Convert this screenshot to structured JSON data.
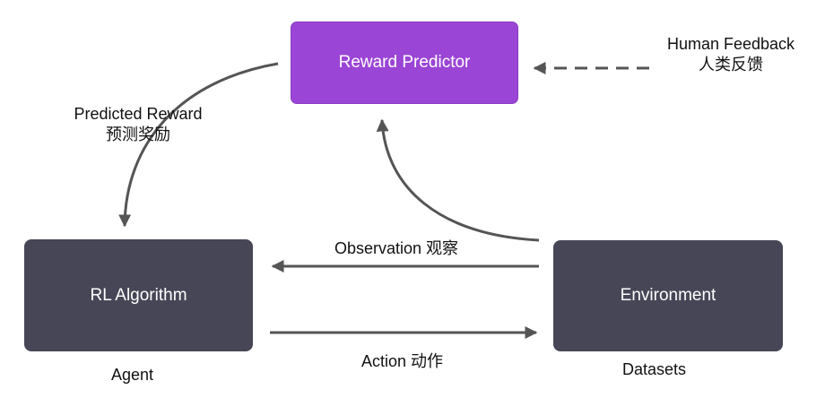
{
  "nodes": {
    "reward_predictor": "Reward Predictor",
    "rl_algorithm": "RL Algorithm",
    "environment": "Environment"
  },
  "labels": {
    "human_feedback_en": "Human Feedback",
    "human_feedback_zh": "人类反馈",
    "predicted_reward_en": "Predicted Reward",
    "predicted_reward_zh": "预测奖励",
    "observation": "Observation 观察",
    "action": "Action 动作",
    "agent": "Agent",
    "datasets": "Datasets"
  },
  "colors": {
    "reward_box": "#9b45d6",
    "dark_box": "#474656",
    "arrow": "#555555",
    "text": "#111111"
  }
}
